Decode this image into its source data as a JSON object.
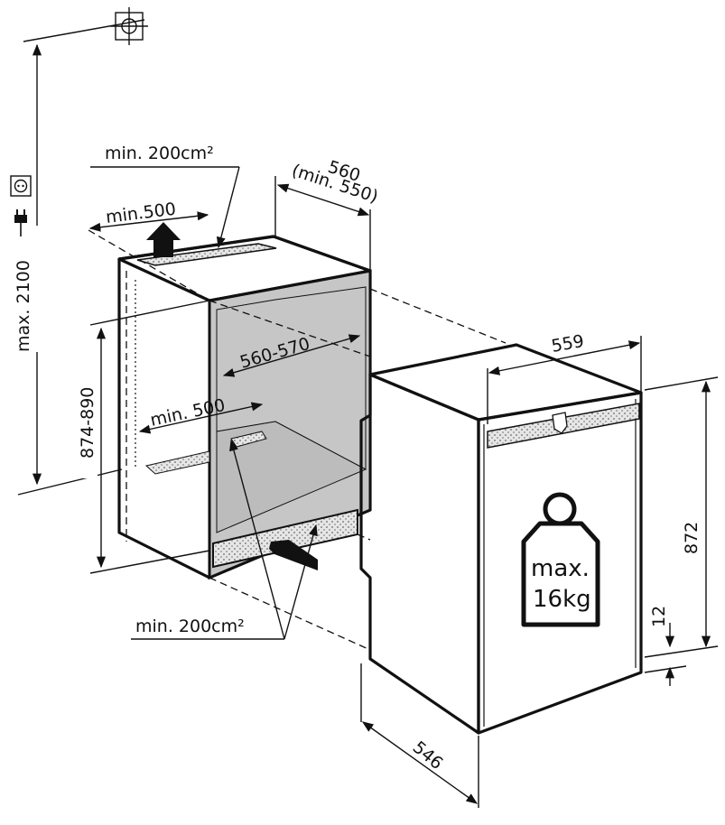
{
  "labels": {
    "height_max": "max. 2100",
    "top_vent": "min. 200cm²",
    "top_depth": "min.500",
    "width_main": "560",
    "width_min": "(min. 550)",
    "niche_height": "874-890",
    "niche_depth": "560-570",
    "floor_depth": "min. 500",
    "bottom_vent": "min. 200cm²",
    "appliance_width": "559",
    "appliance_height": "872",
    "gap": "12",
    "appliance_depth": "546",
    "weight_line1": "max.",
    "weight_line2": "16kg"
  },
  "icons": [
    "wall-fixing-icon",
    "power-socket-icon",
    "plug-icon",
    "weight-icon",
    "airflow-arrow-icon"
  ]
}
